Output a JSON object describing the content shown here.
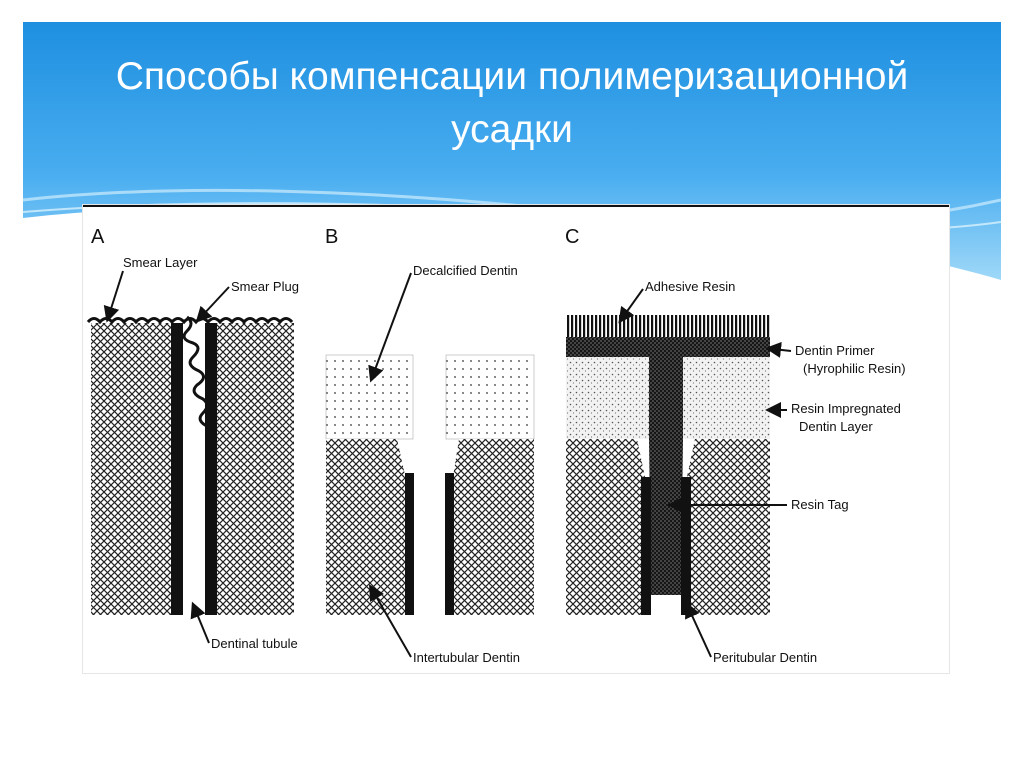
{
  "slide": {
    "title_line1": "Способы компенсации полимеризационной",
    "title_line2": "усадки"
  },
  "figure": {
    "panels": [
      {
        "letter": "A",
        "labels": [
          "Smear Layer",
          "Smear Plug",
          "Dentinal tubule"
        ]
      },
      {
        "letter": "B",
        "labels": [
          "Decalcified Dentin",
          "Intertubular Dentin"
        ]
      },
      {
        "letter": "C",
        "labels": [
          "Adhesive Resin",
          "Dentin Primer",
          "(Hyrophilic Resin)",
          "Resin Impregnated",
          "Dentin Layer",
          "Resin Tag",
          "Peritubular Dentin"
        ]
      }
    ]
  },
  "colors": {
    "header_top": "#1e8fe0",
    "header_bottom": "#8fd0f7"
  }
}
